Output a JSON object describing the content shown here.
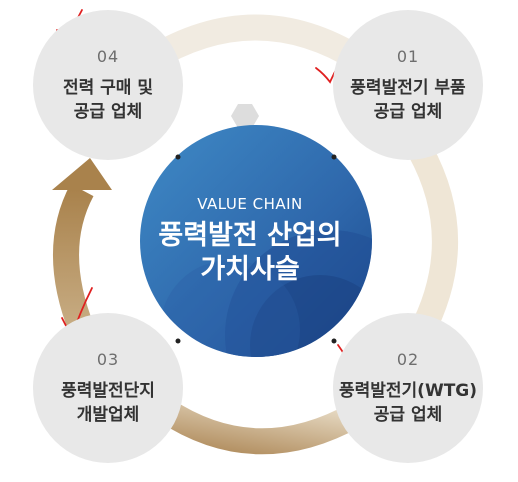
{
  "center": {
    "subtitle": "VALUE CHAIN",
    "title_lines": [
      "풍력발전 산업의",
      "가치사슬"
    ]
  },
  "steps": [
    {
      "number": "01",
      "lines": [
        "풍력발전기 부품",
        "공급 업체"
      ]
    },
    {
      "number": "02",
      "lines": [
        "풍력발전기(WTG)",
        "공급 업체"
      ]
    },
    {
      "number": "03",
      "lines": [
        "풍력발전단지",
        "개발업체"
      ]
    },
    {
      "number": "04",
      "lines": [
        "전력 구매 및",
        "공급 업체"
      ]
    }
  ],
  "colors": {
    "ring_light": "#efe8dc",
    "ring_gold": "#b99a68",
    "center_blue": "#2f6fb2",
    "node_gray": "#e8e8e8",
    "check_red": "#e02020"
  },
  "annotations": [
    "red-checkmark",
    "red-checkmark",
    "red-checkmark",
    "red-checkmark"
  ]
}
